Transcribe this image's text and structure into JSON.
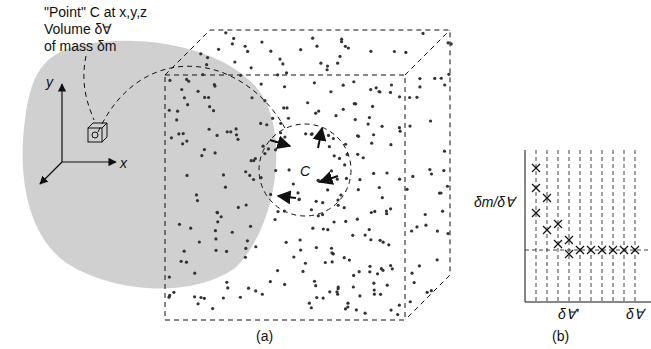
{
  "diagram": {
    "labels": [
      "\"Point\" C at x,y,z",
      "Volume δ∀",
      "of mass δm",
      "y",
      "x",
      "C",
      "δm/δ∀",
      "δ∀'",
      "δ∀",
      "(a)",
      "(b)"
    ]
  }
}
